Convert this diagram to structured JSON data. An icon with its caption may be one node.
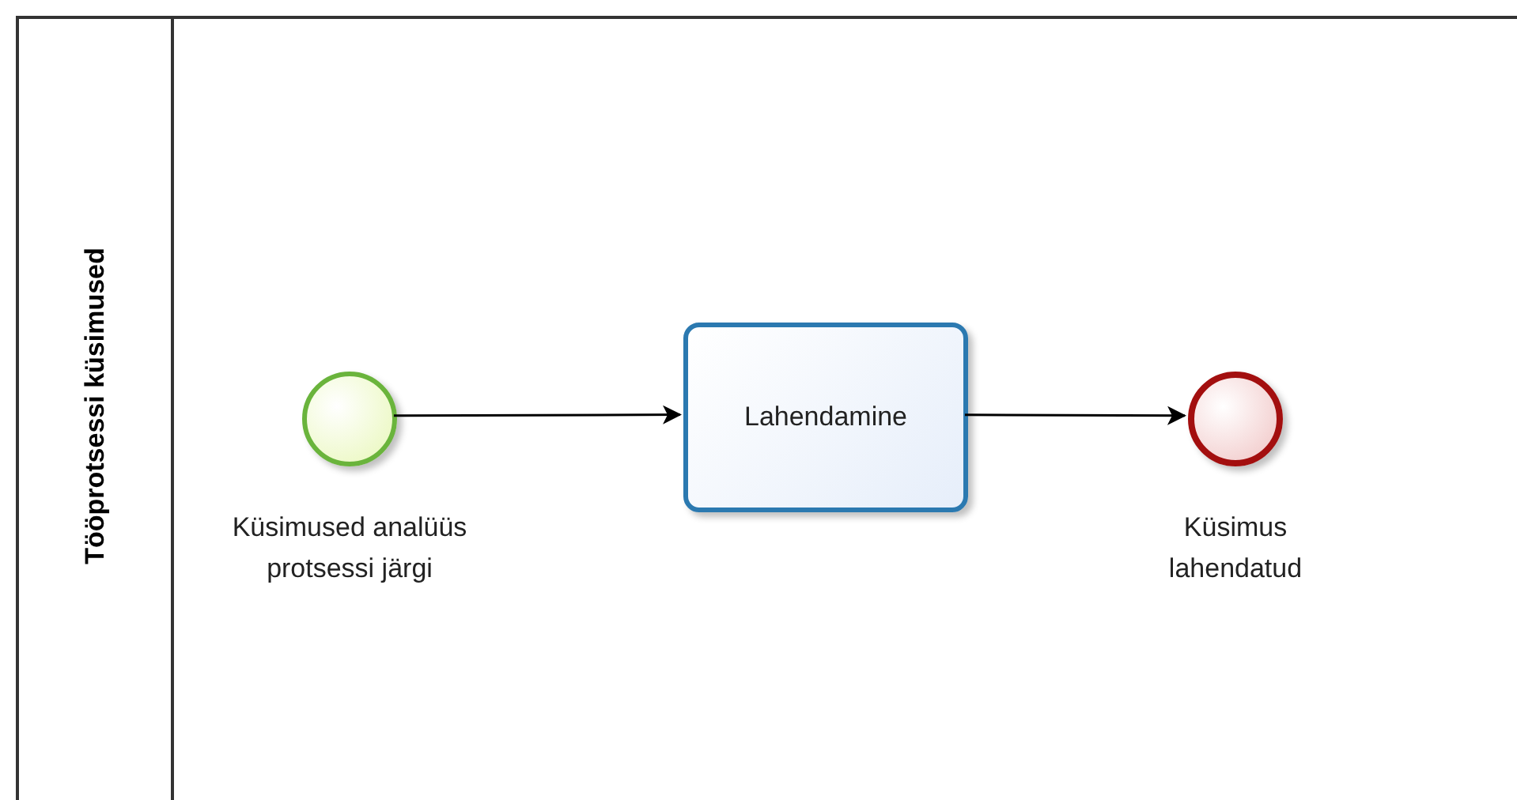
{
  "diagram": {
    "nodes": [
      {
        "text": [
          "Tööprotsessi küsimused"
        ]
      },
      {
        "text": [],
        "shape": "circle",
        "in": 0,
        "beside": [
          "Küsimused analüüs protsessi järgi"
        ]
      },
      {
        "text": [
          "Lahendamine"
        ],
        "in": 0
      },
      {
        "text": [],
        "shape": "circle",
        "in": 0,
        "beside": [
          "Küsimus lahendatud"
        ]
      }
    ],
    "edges": [
      {
        "from": 1,
        "to": 2,
        "arrow": "to"
      },
      {
        "from": 2,
        "to": 3,
        "arrow": "to"
      }
    ]
  }
}
